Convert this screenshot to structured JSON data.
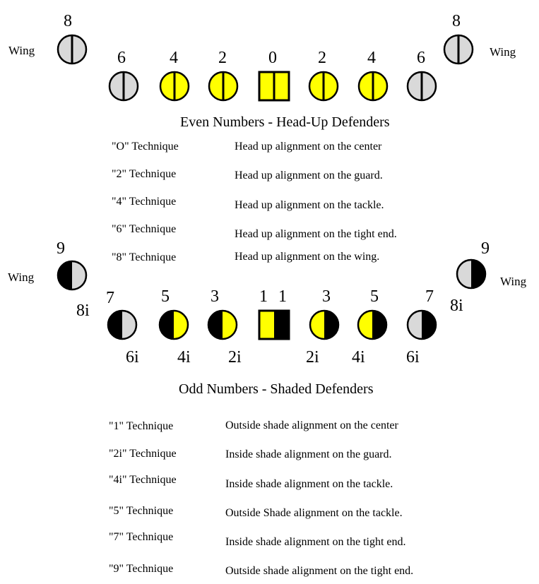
{
  "colors": {
    "yellow": "#ffff00",
    "gray": "#d9d9d9",
    "black": "#000000"
  },
  "even": {
    "wing_left": "Wing",
    "wing_right": "Wing",
    "numbers": [
      "8",
      "6",
      "4",
      "2",
      "0",
      "2",
      "4",
      "6",
      "8"
    ],
    "heading": "Even Numbers - Head-Up Defenders",
    "rows": [
      {
        "technique": "\"O\" Technique",
        "description": "Head up alignment on the center"
      },
      {
        "technique": "\"2\" Technique",
        "description": "Head up alignment on the guard."
      },
      {
        "technique": "\"4\" Technique",
        "description": "Head up alignment on the tackle."
      },
      {
        "technique": "\"6\" Technique",
        "description": "Head up alignment on the tight end."
      },
      {
        "technique": "\"8\" Technique",
        "description": "Head up alignment on the wing."
      }
    ]
  },
  "odd": {
    "wing_left": "Wing",
    "wing_right": "Wing",
    "numbers": [
      "9",
      "7",
      "5",
      "3",
      "1",
      "1",
      "3",
      "5",
      "7",
      "9"
    ],
    "inside": [
      "8i",
      "6i",
      "4i",
      "2i",
      "2i",
      "4i",
      "6i",
      "8i"
    ],
    "heading": "Odd Numbers - Shaded Defenders",
    "rows": [
      {
        "technique": "\"1\" Technique",
        "description": "Outside shade alignment on the center"
      },
      {
        "technique": "\"2i\" Technique",
        "description": "Inside shade alignment on the guard."
      },
      {
        "technique": "\"4i\" Technique",
        "description": "Inside shade alignment on the tackle."
      },
      {
        "technique": "\"5\" Technique",
        "description": "Outside Shade alignment on the tackle."
      },
      {
        "technique": "\"7\" Technique",
        "description": "Inside shade alignment on the tight end."
      },
      {
        "technique": "\"9\" Technique",
        "description": "Outside shade alignment on the tight end."
      }
    ]
  }
}
